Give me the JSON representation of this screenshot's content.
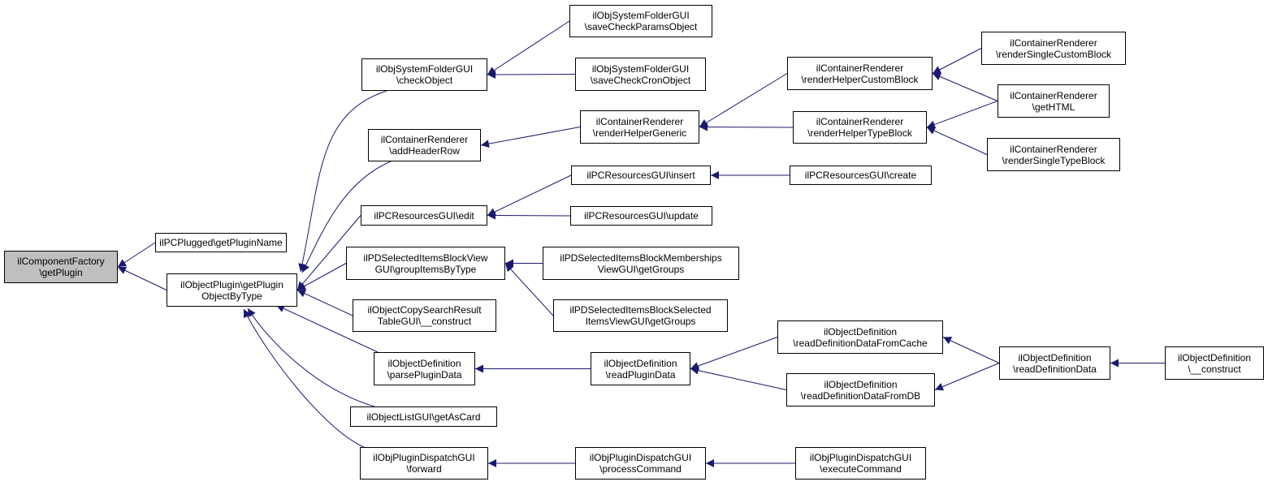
{
  "colors": {
    "edge": "#191970",
    "root_fill": "#bfbfbf",
    "node_fill": "#ffffff",
    "border": "#000000"
  },
  "nodes": {
    "root": {
      "lines": [
        "ilComponentFactory",
        "\\getPlugin"
      ]
    },
    "getPluginName": {
      "lines": [
        "ilPCPlugged\\getPluginName"
      ]
    },
    "getPluginObj": {
      "lines": [
        "ilObjectPlugin\\getPlugin",
        "ObjectByType"
      ]
    },
    "checkObject": {
      "lines": [
        "ilObjSystemFolderGUI",
        "\\checkObject"
      ]
    },
    "saveCheckParams": {
      "lines": [
        "ilObjSystemFolderGUI",
        "\\saveCheckParamsObject"
      ]
    },
    "saveCheckCron": {
      "lines": [
        "ilObjSystemFolderGUI",
        "\\saveCheckCronObject"
      ]
    },
    "addHeaderRow": {
      "lines": [
        "ilContainerRenderer",
        "\\addHeaderRow"
      ]
    },
    "helperGeneric": {
      "lines": [
        "ilContainerRenderer",
        "\\renderHelperGeneric"
      ]
    },
    "helperCustom": {
      "lines": [
        "ilContainerRenderer",
        "\\renderHelperCustomBlock"
      ]
    },
    "helperType": {
      "lines": [
        "ilContainerRenderer",
        "\\renderHelperTypeBlock"
      ]
    },
    "singleCustom": {
      "lines": [
        "ilContainerRenderer",
        "\\renderSingleCustomBlock"
      ]
    },
    "getHTML": {
      "lines": [
        "ilContainerRenderer",
        "\\getHTML"
      ]
    },
    "singleType": {
      "lines": [
        "ilContainerRenderer",
        "\\renderSingleTypeBlock"
      ]
    },
    "pcEdit": {
      "lines": [
        "ilPCResourcesGUI\\edit"
      ]
    },
    "pcInsert": {
      "lines": [
        "ilPCResourcesGUI\\insert"
      ]
    },
    "pcCreate": {
      "lines": [
        "ilPCResourcesGUI\\create"
      ]
    },
    "pcUpdate": {
      "lines": [
        "ilPCResourcesGUI\\update"
      ]
    },
    "groupItems": {
      "lines": [
        "ilPDSelectedItemsBlockView",
        "GUI\\groupItemsByType"
      ]
    },
    "memberships": {
      "lines": [
        "ilPDSelectedItemsBlockMemberships",
        "ViewGUI\\getGroups"
      ]
    },
    "selectedItems": {
      "lines": [
        "ilPDSelectedItemsBlockSelected",
        "ItemsViewGUI\\getGroups"
      ]
    },
    "copySearch": {
      "lines": [
        "ilObjectCopySearchResult",
        "TableGUI\\__construct"
      ]
    },
    "parsePlugin": {
      "lines": [
        "ilObjectDefinition",
        "\\parsePluginData"
      ]
    },
    "readPlugin": {
      "lines": [
        "ilObjectDefinition",
        "\\readPluginData"
      ]
    },
    "fromCache": {
      "lines": [
        "ilObjectDefinition",
        "\\readDefinitionDataFromCache"
      ]
    },
    "fromDB": {
      "lines": [
        "ilObjectDefinition",
        "\\readDefinitionDataFromDB"
      ]
    },
    "readDefData": {
      "lines": [
        "ilObjectDefinition",
        "\\readDefinitionData"
      ]
    },
    "objDefConstruct": {
      "lines": [
        "ilObjectDefinition",
        "\\__construct"
      ]
    },
    "asCard": {
      "lines": [
        "ilObjectListGUI\\getAsCard"
      ]
    },
    "forward": {
      "lines": [
        "ilObjPluginDispatchGUI",
        "\\forward"
      ]
    },
    "processCommand": {
      "lines": [
        "ilObjPluginDispatchGUI",
        "\\processCommand"
      ]
    },
    "executeCommand": {
      "lines": [
        "ilObjPluginDispatchGUI",
        "\\executeCommand"
      ]
    }
  },
  "edges": [
    {
      "from": "getPluginName",
      "to": "root"
    },
    {
      "from": "getPluginObj",
      "to": "root"
    },
    {
      "from": "checkObject",
      "to": "getPluginObj"
    },
    {
      "from": "addHeaderRow",
      "to": "getPluginObj"
    },
    {
      "from": "pcEdit",
      "to": "getPluginObj"
    },
    {
      "from": "groupItems",
      "to": "getPluginObj"
    },
    {
      "from": "copySearch",
      "to": "getPluginObj"
    },
    {
      "from": "parsePlugin",
      "to": "getPluginObj"
    },
    {
      "from": "asCard",
      "to": "getPluginObj"
    },
    {
      "from": "forward",
      "to": "getPluginObj"
    },
    {
      "from": "saveCheckParams",
      "to": "checkObject"
    },
    {
      "from": "saveCheckCron",
      "to": "checkObject"
    },
    {
      "from": "helperGeneric",
      "to": "addHeaderRow"
    },
    {
      "from": "helperCustom",
      "to": "helperGeneric"
    },
    {
      "from": "helperType",
      "to": "helperGeneric"
    },
    {
      "from": "singleCustom",
      "to": "helperCustom"
    },
    {
      "from": "getHTML",
      "to": "helperCustom"
    },
    {
      "from": "getHTML",
      "to": "helperType"
    },
    {
      "from": "singleType",
      "to": "helperType"
    },
    {
      "from": "pcInsert",
      "to": "pcEdit"
    },
    {
      "from": "pcUpdate",
      "to": "pcEdit"
    },
    {
      "from": "pcCreate",
      "to": "pcInsert"
    },
    {
      "from": "memberships",
      "to": "groupItems"
    },
    {
      "from": "selectedItems",
      "to": "groupItems"
    },
    {
      "from": "readPlugin",
      "to": "parsePlugin"
    },
    {
      "from": "fromCache",
      "to": "readPlugin"
    },
    {
      "from": "fromDB",
      "to": "readPlugin"
    },
    {
      "from": "readDefData",
      "to": "fromCache"
    },
    {
      "from": "readDefData",
      "to": "fromDB"
    },
    {
      "from": "objDefConstruct",
      "to": "readDefData"
    },
    {
      "from": "processCommand",
      "to": "forward"
    },
    {
      "from": "executeCommand",
      "to": "processCommand"
    }
  ]
}
